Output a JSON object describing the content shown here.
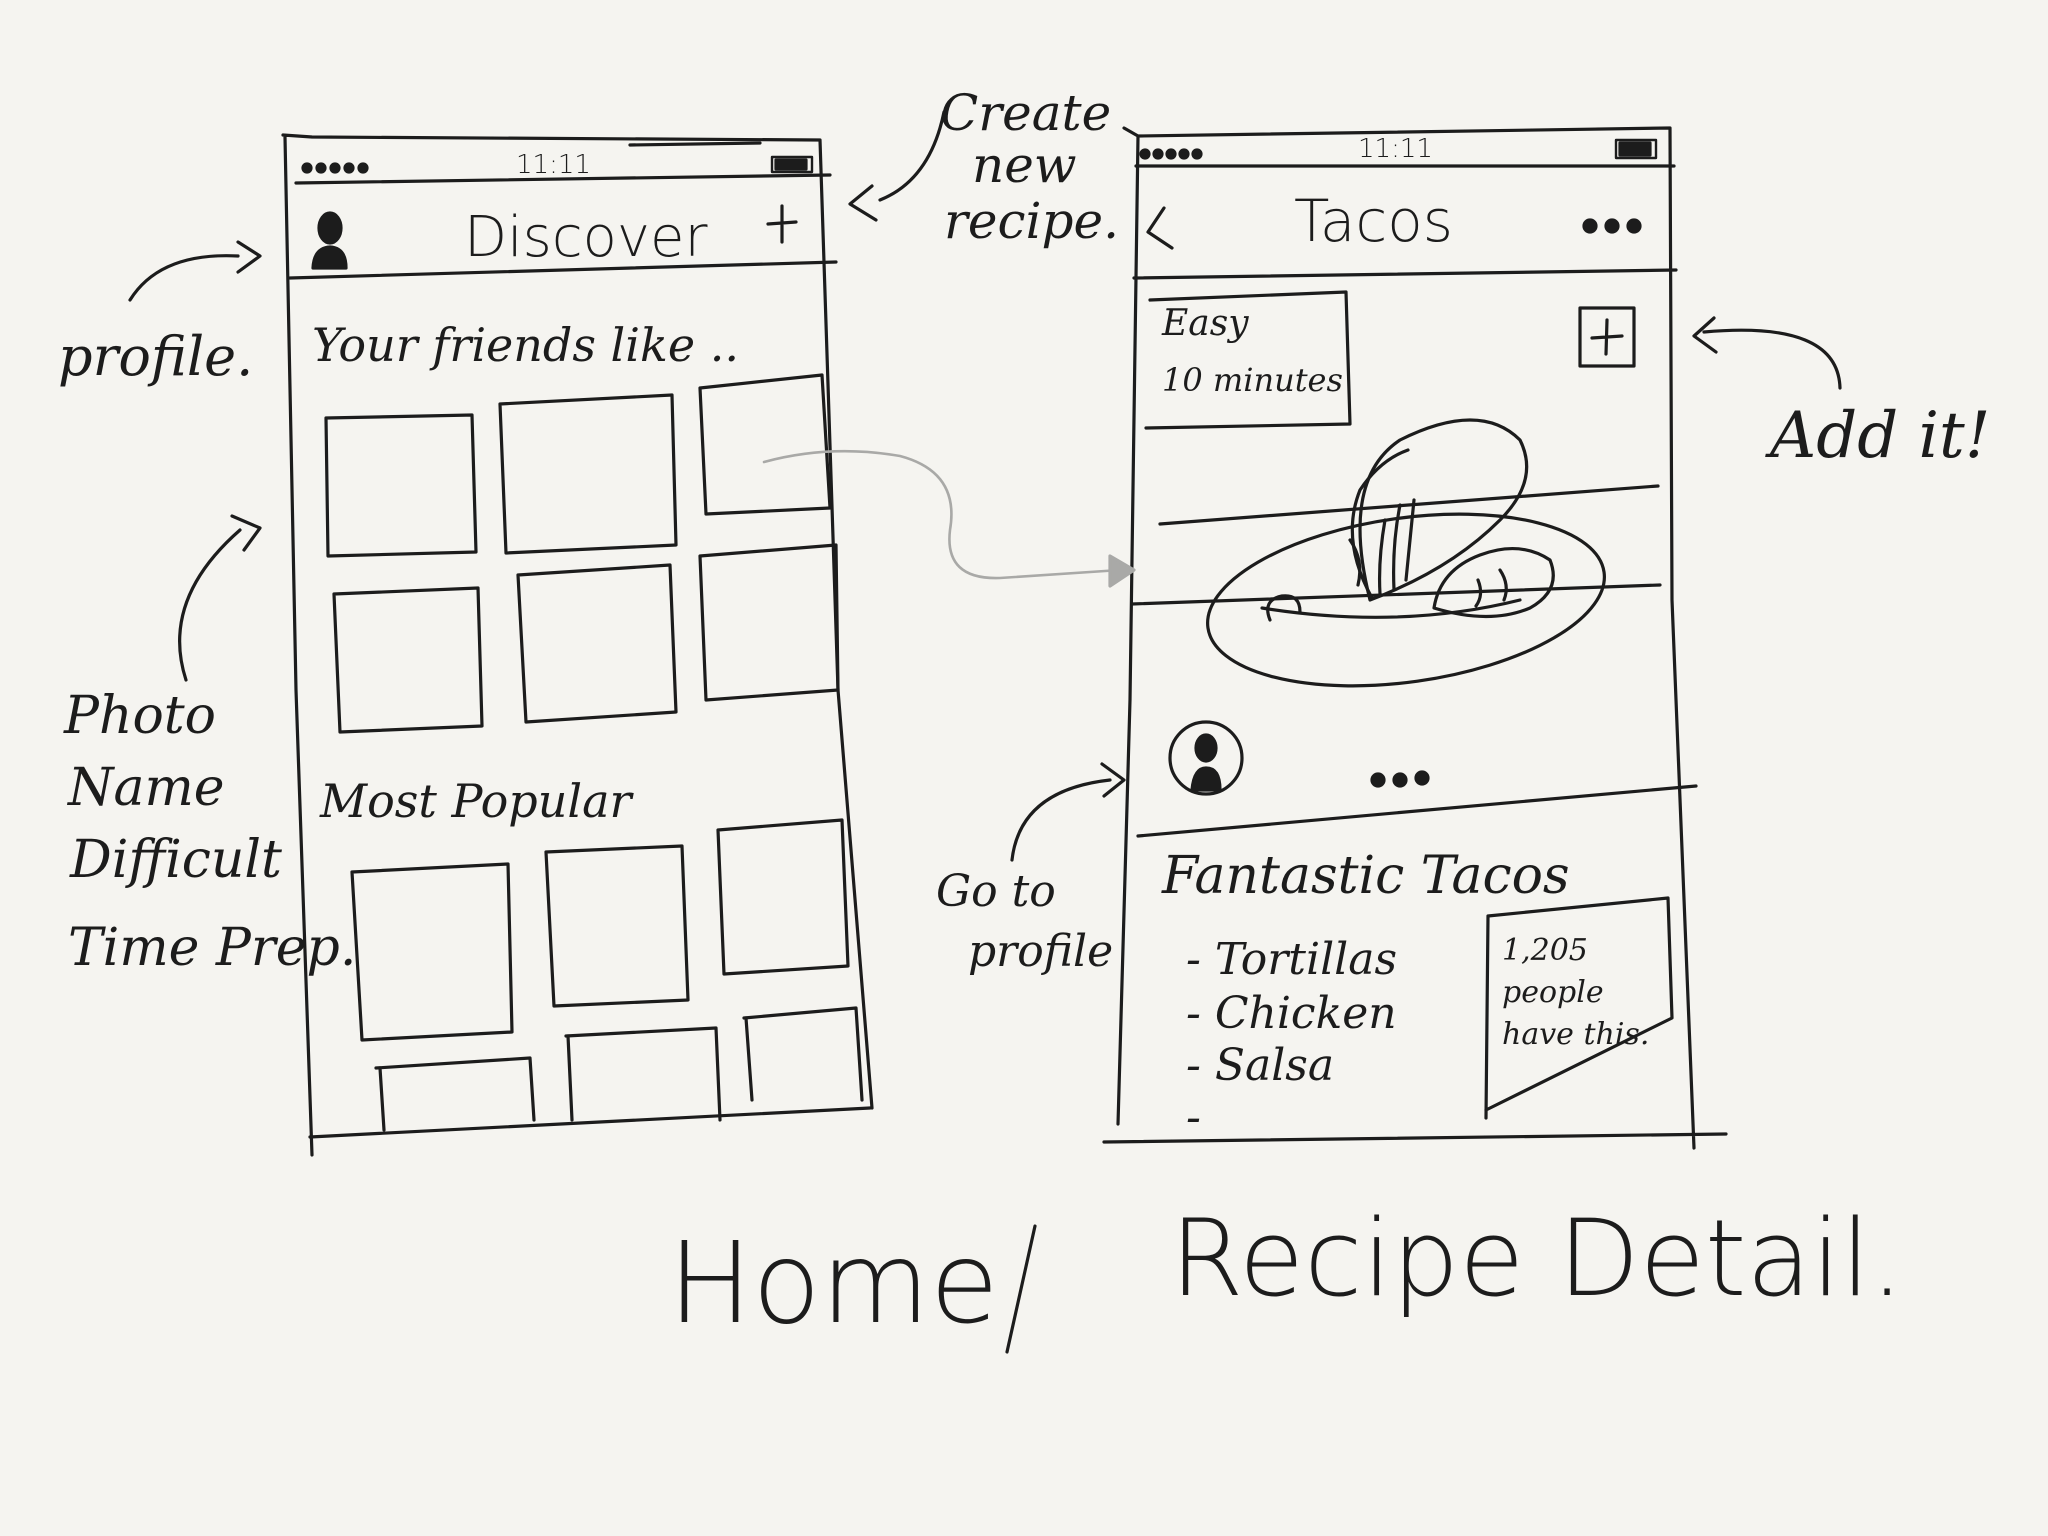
{
  "home": {
    "title": "Discover",
    "section_friends": "Your friends like ..",
    "section_popular": "Most Popular",
    "status_time": "11:11"
  },
  "detail": {
    "title": "Tacos",
    "difficulty": "Easy",
    "time": "10 minutes",
    "recipe_name": "Fantastic Tacos",
    "ingredients": [
      "- Tortillas",
      "- Chicken",
      "- Salsa",
      "-"
    ],
    "stat": "1,205 people have this.",
    "status_time": "11:11"
  },
  "annotations": {
    "profile": "profile.",
    "create_line1": "Create",
    "create_line2": "new",
    "create_line3": "recipe.",
    "fields": [
      "Photo",
      "Name",
      "Difficult",
      "Time Prep."
    ],
    "add_it": "Add it!",
    "goto_line1": "Go to",
    "goto_line2": "profile"
  },
  "captions": {
    "home": "Home",
    "separator": "/",
    "detail": "Recipe Detail."
  },
  "colors": {
    "paper": "#f5f4f0",
    "ink": "#1c1c1c",
    "pencil": "#a9a9a7"
  },
  "icons": [
    "profile-icon",
    "plus-icon",
    "back-chevron-icon",
    "more-icon",
    "add-box-icon",
    "avatar-icon",
    "taco-plate-illustration",
    "arrow-icon"
  ]
}
